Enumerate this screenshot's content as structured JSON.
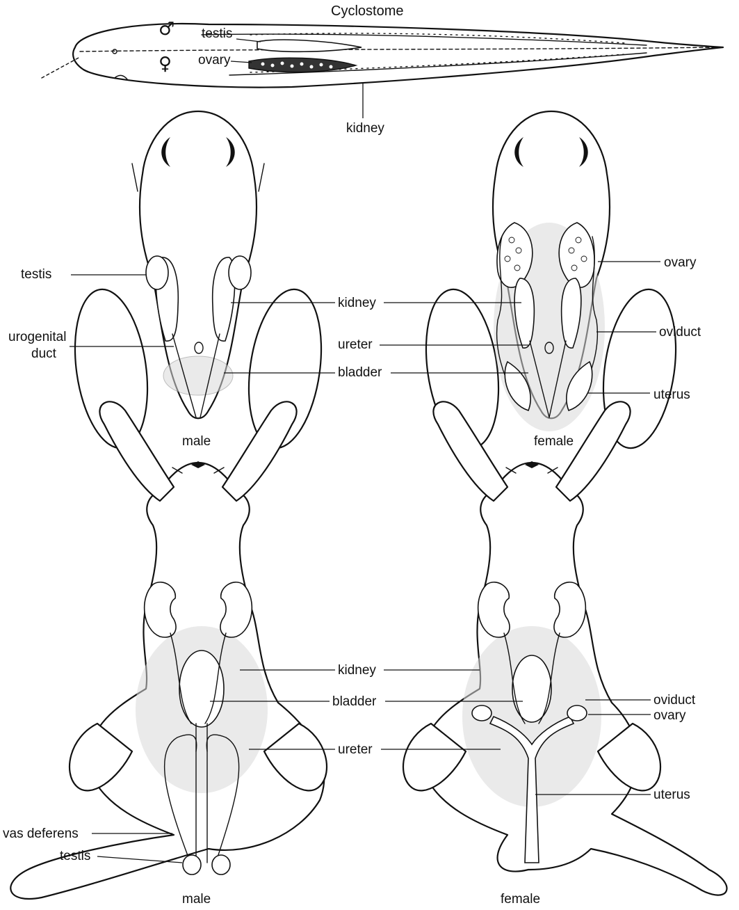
{
  "cyclostome": {
    "title": "Cyclostome",
    "male_symbol": "♂",
    "female_symbol": "♀",
    "labels": {
      "testis": "testis",
      "ovary": "ovary",
      "kidney": "kidney"
    }
  },
  "frog": {
    "male": {
      "caption": "male",
      "labels": {
        "testis": "testis",
        "urogenital_duct_1": "urogenital",
        "urogenital_duct_2": "duct"
      }
    },
    "shared_labels": {
      "kidney": "kidney",
      "ureter": "ureter",
      "bladder": "bladder"
    },
    "female": {
      "caption": "female",
      "labels": {
        "ovary": "ovary",
        "oviduct": "oviduct",
        "uterus": "uterus"
      }
    }
  },
  "cat": {
    "male": {
      "caption": "male",
      "labels": {
        "vas_deferens": "vas deferens",
        "testis": "testis"
      }
    },
    "shared_labels": {
      "kidney": "kidney",
      "bladder": "bladder",
      "ureter": "ureter"
    },
    "female": {
      "caption": "female",
      "labels": {
        "oviduct": "oviduct",
        "ovary": "ovary",
        "uterus": "uterus"
      }
    }
  }
}
